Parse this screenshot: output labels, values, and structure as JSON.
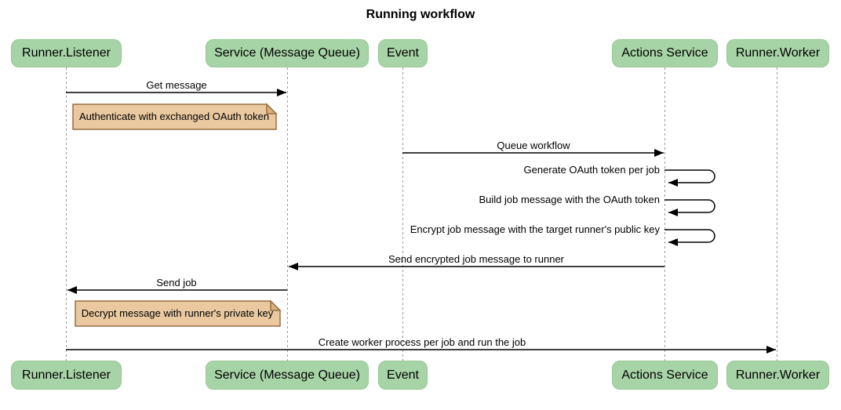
{
  "title": "Running workflow",
  "diagram_type": "sequence",
  "participants": [
    {
      "label": "Runner.Listener"
    },
    {
      "label": "Service (Message Queue)"
    },
    {
      "label": "Event"
    },
    {
      "label": "Actions Service"
    },
    {
      "label": "Runner.Worker"
    }
  ],
  "messages": [
    {
      "label": "Get message",
      "from": "Runner.Listener",
      "to": "Service (Message Queue)",
      "self": false
    },
    {
      "label": "Queue workflow",
      "from": "Event",
      "to": "Actions Service",
      "self": false
    },
    {
      "label": "Generate OAuth token per job",
      "from": "Actions Service",
      "to": "Actions Service",
      "self": true
    },
    {
      "label": "Build job message with the OAuth token",
      "from": "Actions Service",
      "to": "Actions Service",
      "self": true
    },
    {
      "label": "Encrypt job message with the target runner's public key",
      "from": "Actions Service",
      "to": "Actions Service",
      "self": true
    },
    {
      "label": "Send encrypted job message to runner",
      "from": "Actions Service",
      "to": "Service (Message Queue)",
      "self": false
    },
    {
      "label": "Send job",
      "from": "Service (Message Queue)",
      "to": "Runner.Listener",
      "self": false
    },
    {
      "label": "Create worker process per job and run the job",
      "from": "Runner.Listener",
      "to": "Runner.Worker",
      "self": false
    }
  ],
  "notes": [
    {
      "text": "Authenticate with exchanged OAuth token",
      "position": "right of Runner.Listener"
    },
    {
      "text": "Decrypt message with runner's private key",
      "position": "right of Runner.Listener"
    }
  ],
  "colors": {
    "background": "#ffffff",
    "participant_fill": "#a7d4a7",
    "participant_border": "#96c796",
    "note_fill": "#eac9a1",
    "note_fold": "#d9b183",
    "note_border": "#9a6f3f",
    "lifeline": "#999999",
    "arrow": "#000000",
    "text": "#000000"
  }
}
